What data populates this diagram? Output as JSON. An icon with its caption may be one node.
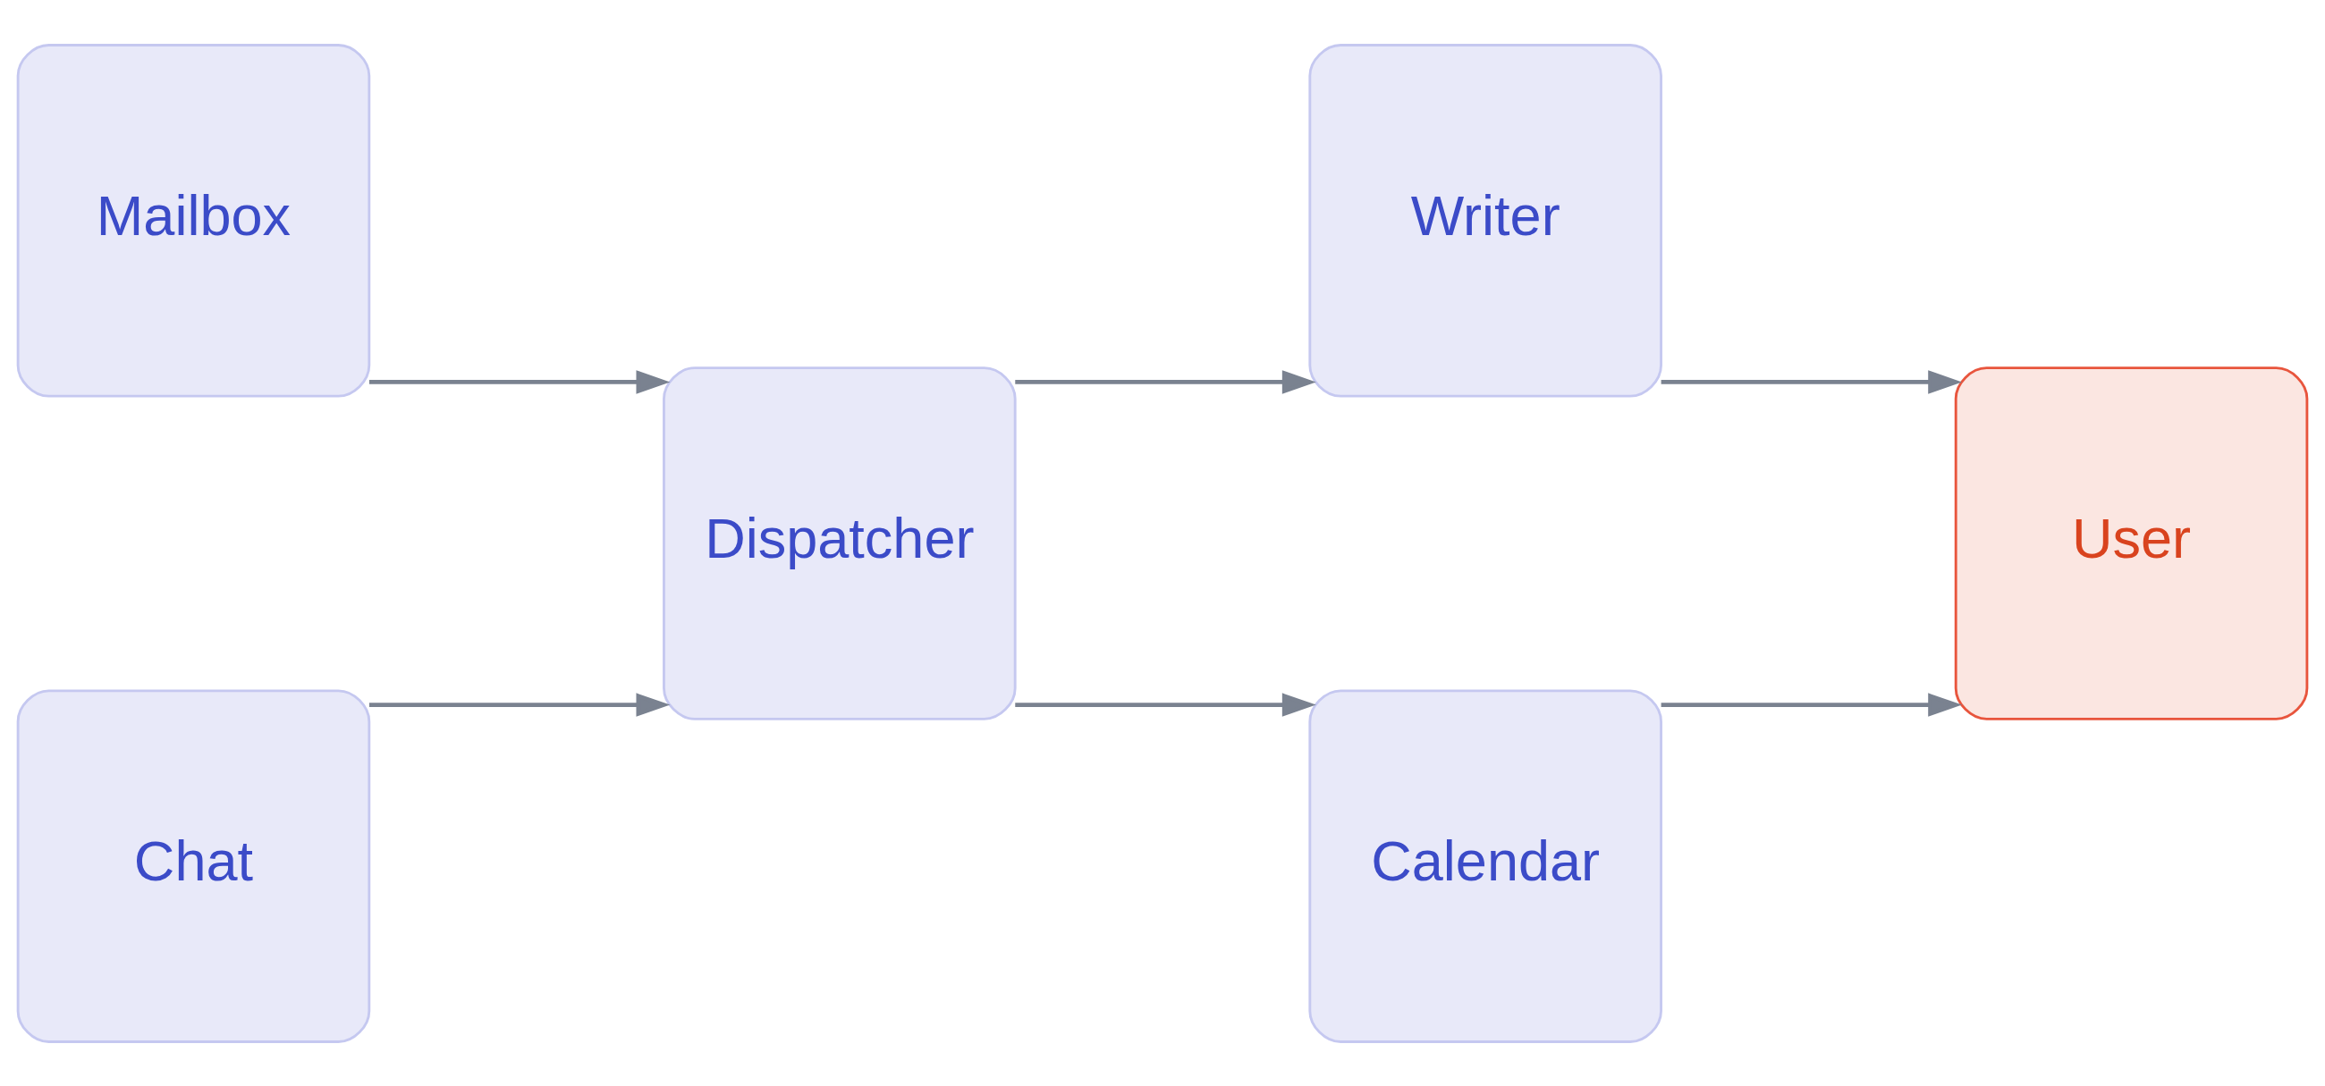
{
  "diagram": {
    "nodes": [
      {
        "text": [
          "Mailbox"
        ]
      },
      {
        "text": [
          "Chat"
        ]
      },
      {
        "text": [
          "Dispatcher"
        ]
      },
      {
        "text": [
          "Writer"
        ]
      },
      {
        "text": [
          "Calendar"
        ]
      },
      {
        "text": [
          "User"
        ]
      }
    ],
    "edges": [
      {
        "from": 0,
        "to": 2,
        "arrow": "to"
      },
      {
        "from": 1,
        "to": 2,
        "arrow": "to"
      },
      {
        "from": 2,
        "to": 3,
        "arrow": "to"
      },
      {
        "from": 2,
        "to": 4,
        "arrow": "to"
      },
      {
        "from": 3,
        "to": 5,
        "arrow": "to"
      },
      {
        "from": 4,
        "to": 5,
        "arrow": "to"
      }
    ]
  }
}
